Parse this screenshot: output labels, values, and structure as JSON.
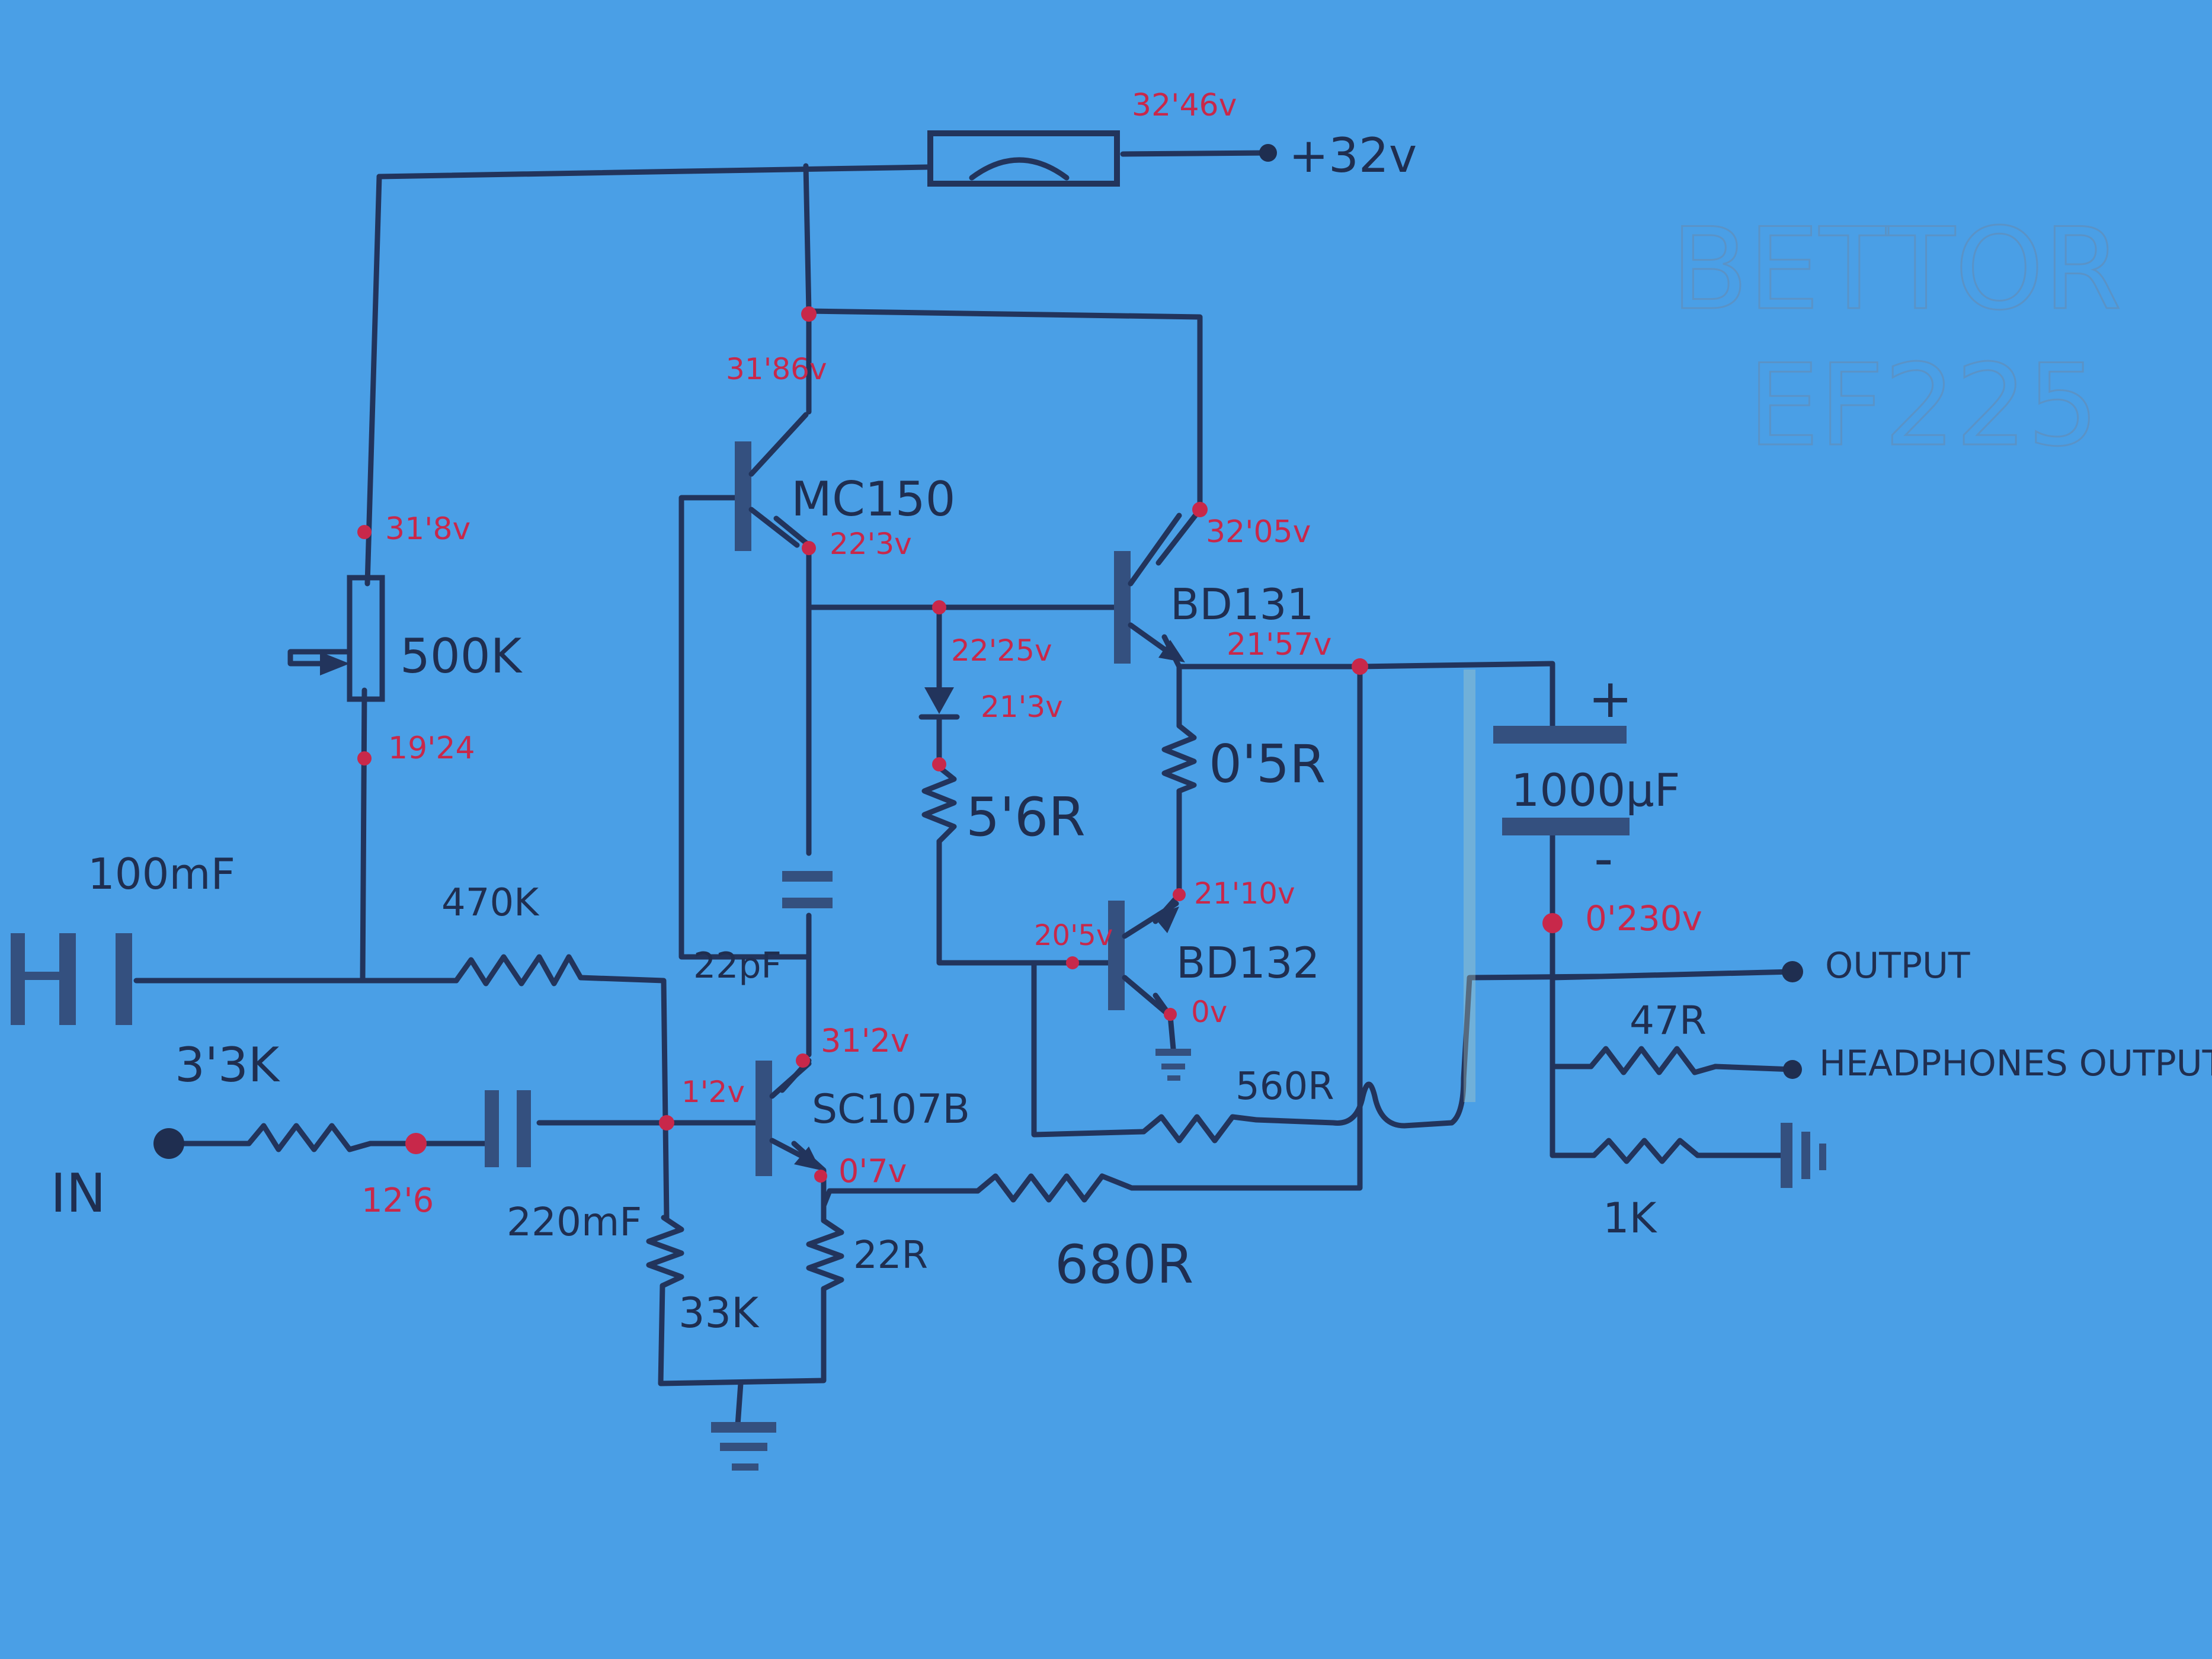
{
  "colors": {
    "background": "#4a9fe6",
    "ink": "#22345c",
    "measurement": "#c8284a"
  },
  "supply": {
    "label": "+32v",
    "measured": "32'46v"
  },
  "watermark": {
    "line1": "BETTOR",
    "line2": "EF225"
  },
  "transistors": {
    "q1": "MC150",
    "q2": "BD131",
    "q3": "BD132",
    "q4": "SC107B"
  },
  "components": {
    "pot": "500K",
    "c_in1": "100mF",
    "r_bias": "470K",
    "r_in": "3'3K",
    "c_in2": "220mF",
    "r_base": "33K",
    "r_emit": "22R",
    "r_fb": "680R",
    "r_diode": "5'6R",
    "r_out": "0'5R",
    "c_comp": "22pF",
    "r_560": "560R",
    "c_out": "1000µF",
    "c_out_plus": "+",
    "c_out_minus": "-",
    "r_hp": "47R",
    "r_1k": "1K"
  },
  "io": {
    "input": "IN",
    "output": "OUTPUT",
    "headphones": "HEADPHONES OUTPUT"
  },
  "voltages": {
    "v_q1_collector": "31'86v",
    "v_pot_top": "31'8v",
    "v_pot_bottom": "19'24",
    "v_q1_emitter": "22'3v",
    "v_diode_anode": "22'25v",
    "v_diode_cathode": "21'3v",
    "v_q2_collector": "32'05v",
    "v_q2_emitter": "21'57v",
    "v_q3_emitter": "21'10v",
    "v_q3_base": "20'5v",
    "v_q3_collector": "0v",
    "v_q4_collector": "31'2v",
    "v_q4_base": "1'2v",
    "v_q4_emitter": "0'7v",
    "v_input_node": "12'6",
    "v_out_neg": "0'230v"
  }
}
